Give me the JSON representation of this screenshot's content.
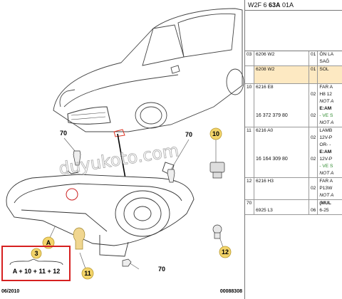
{
  "diagram": {
    "watermark": "duyukoto.com",
    "labels": {
      "l70a": "70",
      "l70b": "70",
      "l70c": "70",
      "l10": "10",
      "lA": "A",
      "l3": "3",
      "l11": "11",
      "l12": "12"
    },
    "kit_formula": "A + 10 + 11 + 12",
    "footer_left": "06/2010",
    "footer_right": "00088308"
  },
  "panel": {
    "header_code": "W2F 6 ",
    "header_bold": "63A",
    "header_suffix": " 01A",
    "rows": [
      {
        "ref": "03",
        "part": "6206 W2",
        "qty": "01",
        "desc": "ÖN LA"
      },
      {
        "ref": "",
        "part": "",
        "qty": "",
        "desc": "SAĞ"
      },
      {
        "ref": "",
        "part": "6208 W2",
        "qty": "01",
        "desc": "SOL"
      },
      {
        "ref": "10",
        "part": "6216 E8",
        "qty": "",
        "desc": "FAR A"
      },
      {
        "ref": "",
        "part": "",
        "qty": "02",
        "desc": "H8 12"
      },
      {
        "ref": "",
        "part": "",
        "qty": "",
        "desc": "NOT A"
      },
      {
        "ref": "",
        "part": "",
        "qty": "",
        "desc": "E:AM"
      },
      {
        "ref": "",
        "part": "16 372 379 80",
        "qty": "02",
        "desc": "- VE S"
      },
      {
        "ref": "",
        "part": "",
        "qty": "",
        "desc": "NOT A"
      },
      {
        "ref": "11",
        "part": "6216 A0",
        "qty": "",
        "desc": "LAMB"
      },
      {
        "ref": "",
        "part": "",
        "qty": "02",
        "desc": "12V-P"
      },
      {
        "ref": "",
        "part": "",
        "qty": "",
        "desc": "OR- -"
      },
      {
        "ref": "",
        "part": "",
        "qty": "",
        "desc": "E:AM"
      },
      {
        "ref": "",
        "part": "16 164 309 80",
        "qty": "02",
        "desc": "12V-P"
      },
      {
        "ref": "",
        "part": "",
        "qty": "",
        "desc": "- VE S"
      },
      {
        "ref": "",
        "part": "",
        "qty": "",
        "desc": "NOT A"
      },
      {
        "ref": "12",
        "part": "6216 H3",
        "qty": "",
        "desc": "FAR A"
      },
      {
        "ref": "",
        "part": "",
        "qty": "02",
        "desc": "P13W"
      },
      {
        "ref": "",
        "part": "",
        "qty": "",
        "desc": "NOT A"
      },
      {
        "ref": "70",
        "part": "",
        "qty": "",
        "desc": "(MUL"
      },
      {
        "ref": "",
        "part": "6925 L3",
        "qty": "06",
        "desc": "6-25"
      }
    ]
  }
}
